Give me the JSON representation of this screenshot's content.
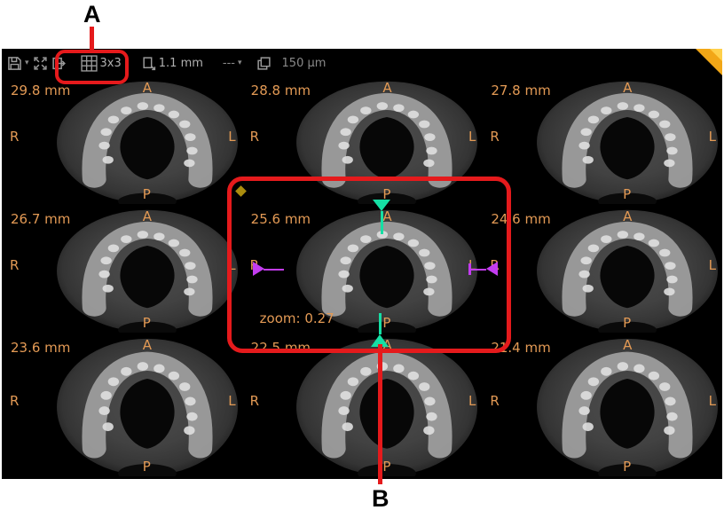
{
  "annotations": {
    "a_label": "A",
    "b_label": "B"
  },
  "toolbar": {
    "grid_layout_label": "3x3",
    "slice_interval_label": "1.1 mm",
    "filter_value": "---",
    "voxel_size_label": "150 µm"
  },
  "grid": {
    "rows": 3,
    "cols": 3,
    "panels": [
      {
        "distance": "29.8 mm",
        "anterior": "A",
        "posterior": "P",
        "left_letter": "R",
        "right_letter": "L"
      },
      {
        "distance": "28.8 mm",
        "anterior": "A",
        "posterior": "P",
        "left_letter": "R",
        "right_letter": "L"
      },
      {
        "distance": "27.8 mm",
        "anterior": "A",
        "posterior": "P",
        "left_letter": "R",
        "right_letter": "L"
      },
      {
        "distance": "26.7 mm",
        "anterior": "A",
        "posterior": "P",
        "left_letter": "R",
        "right_letter": "L"
      },
      {
        "distance": "25.6 mm",
        "anterior": "A",
        "posterior": "P",
        "left_letter": "R",
        "right_letter": "L",
        "zoom_label": "zoom: 0.27"
      },
      {
        "distance": "24.6 mm",
        "anterior": "A",
        "posterior": "P",
        "left_letter": "R",
        "right_letter": "L"
      },
      {
        "distance": "23.6 mm",
        "anterior": "A",
        "posterior": "P",
        "left_letter": "R",
        "right_letter": "L"
      },
      {
        "distance": "22.5 mm",
        "anterior": "A",
        "posterior": "P",
        "left_letter": "R",
        "right_letter": "L"
      },
      {
        "distance": "21.4 mm",
        "anterior": "A",
        "posterior": "P",
        "left_letter": "R",
        "right_letter": "L"
      }
    ]
  },
  "colors": {
    "orientation_text": "#e39a55",
    "annotation_red": "#e51a1c",
    "marker_green": "#15dfa4",
    "marker_magenta": "#c33cf0",
    "diamond_gold": "#ab8d0e",
    "corner_gold": "#f2a717",
    "app_background": "#000000"
  }
}
